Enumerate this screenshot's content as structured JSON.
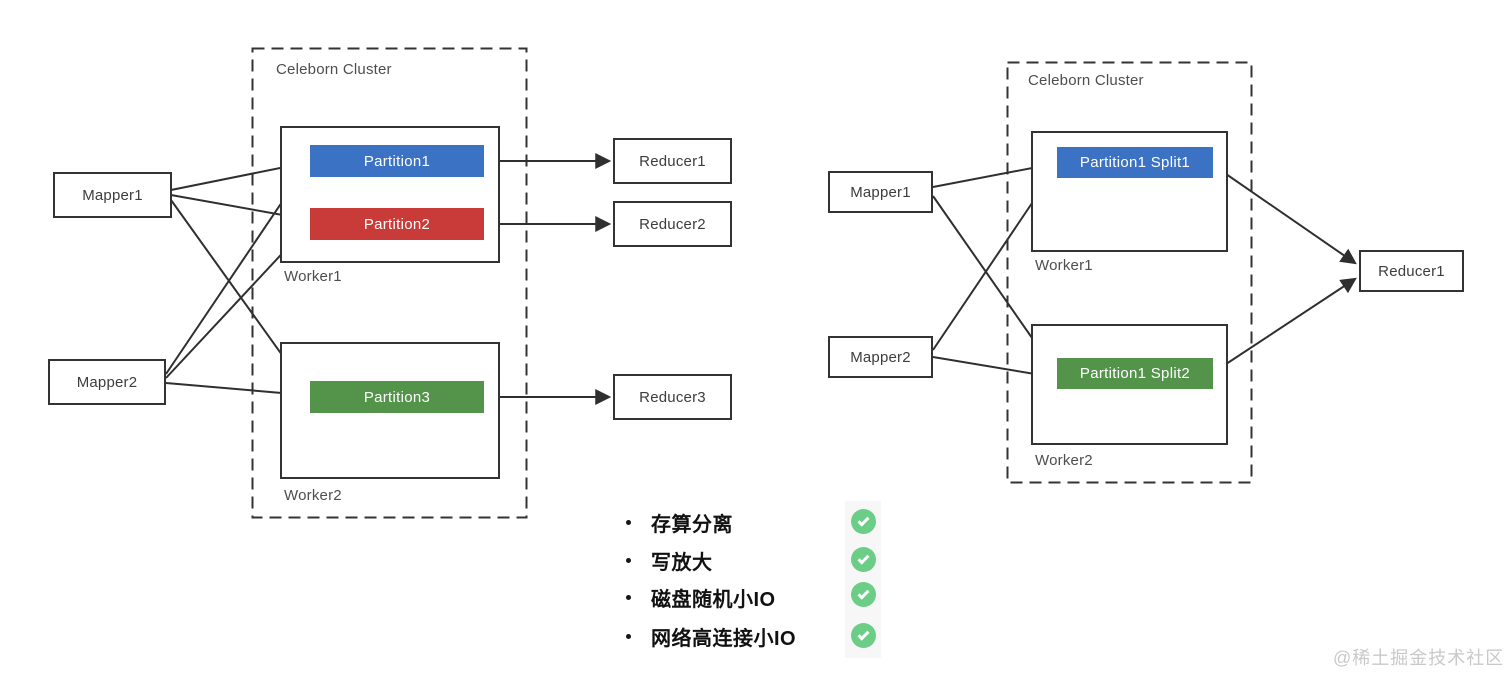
{
  "palette": {
    "blue": "#3b72c4",
    "red": "#c93b38",
    "green": "#53944a",
    "check": "#6bcd86",
    "line": "#2f2f2f"
  },
  "left_diagram": {
    "cluster_label": "Celeborn Cluster",
    "mappers": [
      {
        "label": "Mapper1"
      },
      {
        "label": "Mapper2"
      }
    ],
    "workers": [
      {
        "label": "Worker1",
        "partitions": [
          {
            "label": "Partition1",
            "color": "#3b72c4"
          },
          {
            "label": "Partition2",
            "color": "#c93b38"
          }
        ]
      },
      {
        "label": "Worker2",
        "partitions": [
          {
            "label": "Partition3",
            "color": "#53944a"
          }
        ]
      }
    ],
    "reducers": [
      {
        "label": "Reducer1"
      },
      {
        "label": "Reducer2"
      },
      {
        "label": "Reducer3"
      }
    ]
  },
  "right_diagram": {
    "cluster_label": "Celeborn Cluster",
    "mappers": [
      {
        "label": "Mapper1"
      },
      {
        "label": "Mapper2"
      }
    ],
    "workers": [
      {
        "label": "Worker1",
        "partitions": [
          {
            "label": "Partition1 Split1",
            "color": "#3b72c4"
          }
        ]
      },
      {
        "label": "Worker2",
        "partitions": [
          {
            "label": "Partition1 Split2",
            "color": "#53944a"
          }
        ]
      }
    ],
    "reducers": [
      {
        "label": "Reducer1"
      }
    ]
  },
  "checklist": {
    "items": [
      {
        "text": "存算分离"
      },
      {
        "text": "写放大"
      },
      {
        "text": "磁盘随机小IO"
      },
      {
        "text": "网络高连接小IO"
      }
    ]
  },
  "watermark": "@稀土掘金技术社区"
}
